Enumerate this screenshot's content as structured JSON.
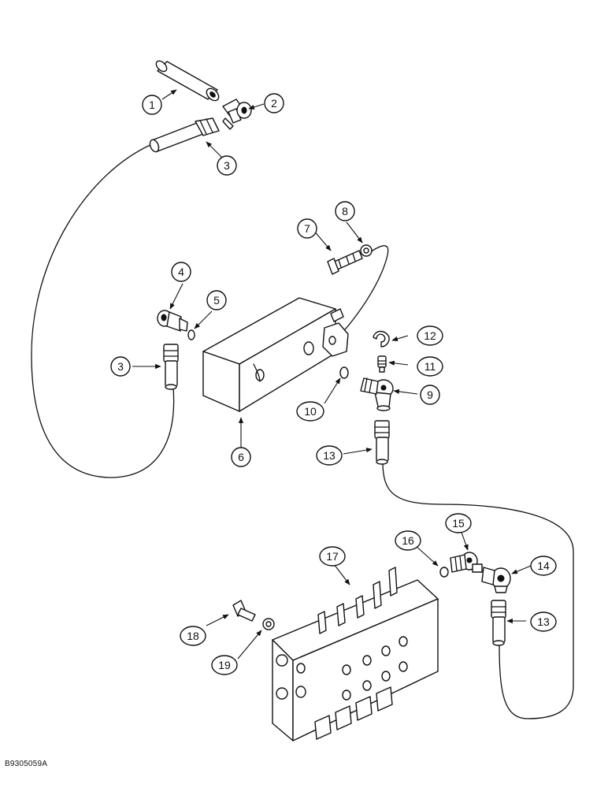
{
  "figure_id": "B9305059A",
  "callouts": {
    "c1": "1",
    "c2": "2",
    "c3a": "3",
    "c3b": "3",
    "c4": "4",
    "c5": "5",
    "c6": "6",
    "c7": "7",
    "c8": "8",
    "c9": "9",
    "c10": "10",
    "c11": "11",
    "c12": "12",
    "c13a": "13",
    "c13b": "13",
    "c14": "14",
    "c15": "15",
    "c16": "16",
    "c17": "17",
    "c18": "18",
    "c19": "19"
  }
}
